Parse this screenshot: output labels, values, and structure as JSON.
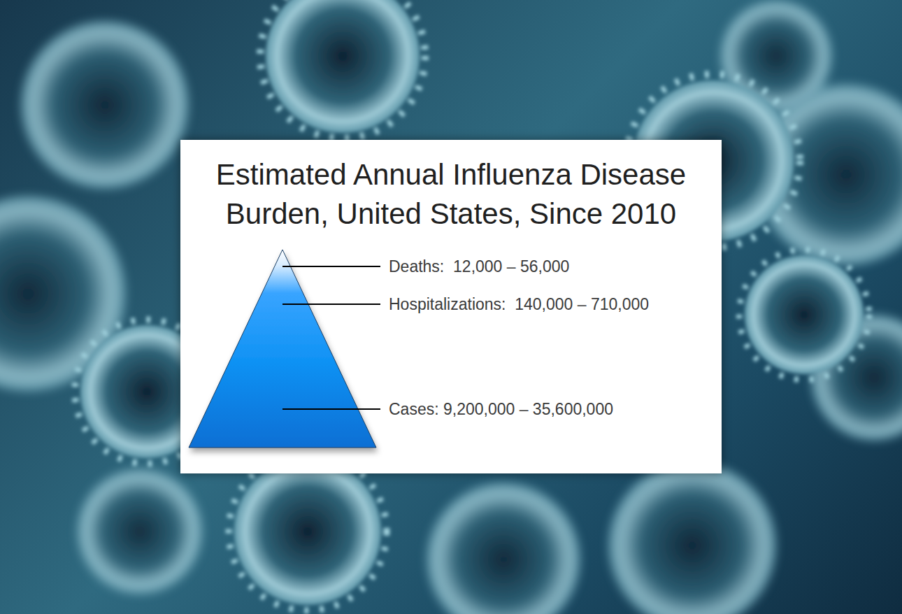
{
  "diagram": {
    "title": "Estimated Annual Influenza Disease Burden, United States, Since 2010",
    "labels": [
      "Deaths:  12,000 – 56,000",
      "Hospitalizations:  140,000 – 710,000",
      "Cases: 9,200,000 – 35,600,000"
    ]
  }
}
